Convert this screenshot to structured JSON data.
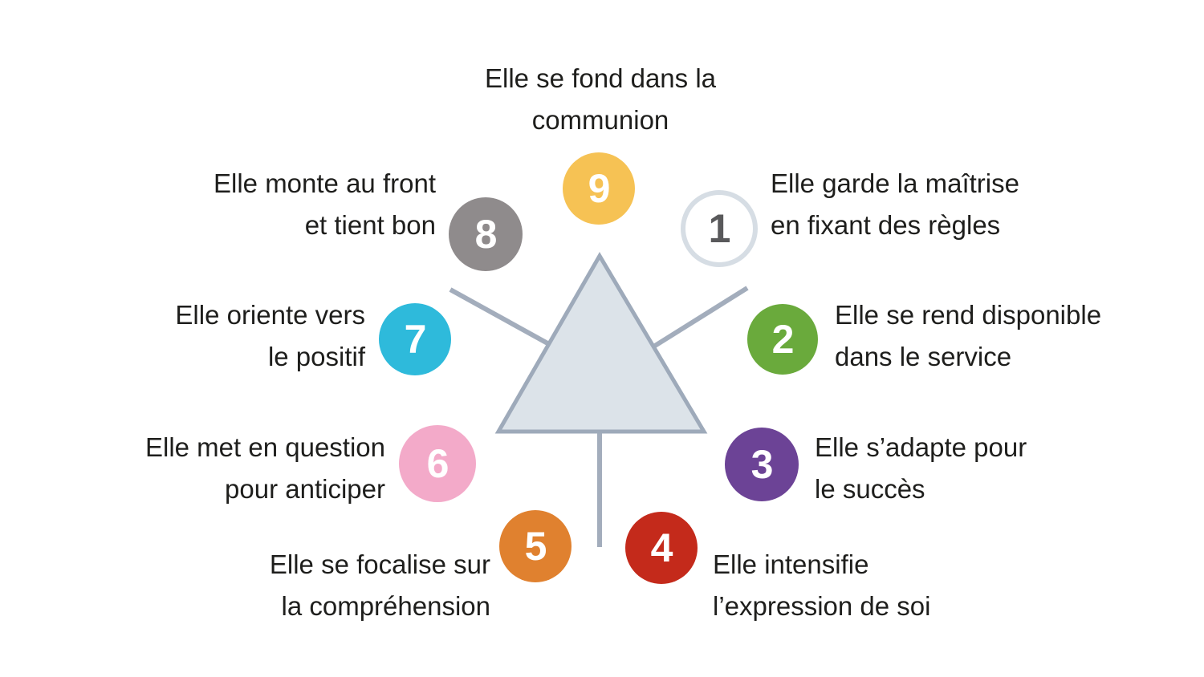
{
  "diagram": {
    "background": "#ffffff",
    "text_color": "#1e1e1c",
    "triangle": {
      "shape": "triangle",
      "fill": "#dce3e9",
      "stroke": "#9eaaba"
    },
    "connector_color": "#a3adbc",
    "types": [
      {
        "number": "1",
        "lines": [
          "Elle garde la maîtrise",
          "en fixant des règles"
        ],
        "color": "#ffffff",
        "ring_color": "#d6dde4",
        "number_color": "#59595b"
      },
      {
        "number": "2",
        "lines": [
          "Elle se rend disponible",
          "dans le service"
        ],
        "color": "#6aaa3c",
        "number_color": "#ffffff"
      },
      {
        "number": "3",
        "lines": [
          "Elle s’adapte pour",
          "le succès"
        ],
        "color": "#6c4396",
        "number_color": "#ffffff"
      },
      {
        "number": "4",
        "lines": [
          "Elle intensifie",
          "l’expression de soi"
        ],
        "color": "#c42a1b",
        "number_color": "#ffffff"
      },
      {
        "number": "5",
        "lines": [
          "Elle se focalise sur",
          "la compréhension"
        ],
        "color": "#e0812f",
        "number_color": "#ffffff"
      },
      {
        "number": "6",
        "lines": [
          "Elle met en question",
          "pour anticiper"
        ],
        "color": "#f3aac9",
        "number_color": "#ffffff"
      },
      {
        "number": "7",
        "lines": [
          "Elle oriente vers",
          "le positif"
        ],
        "color": "#2ebadb",
        "number_color": "#ffffff"
      },
      {
        "number": "8",
        "lines": [
          "Elle monte au front",
          "et tient bon"
        ],
        "color": "#8f8b8c",
        "number_color": "#ffffff"
      },
      {
        "number": "9",
        "lines": [
          "Elle se fond dans la",
          "communion"
        ],
        "color": "#f6c254",
        "number_color": "#ffffff"
      }
    ]
  }
}
